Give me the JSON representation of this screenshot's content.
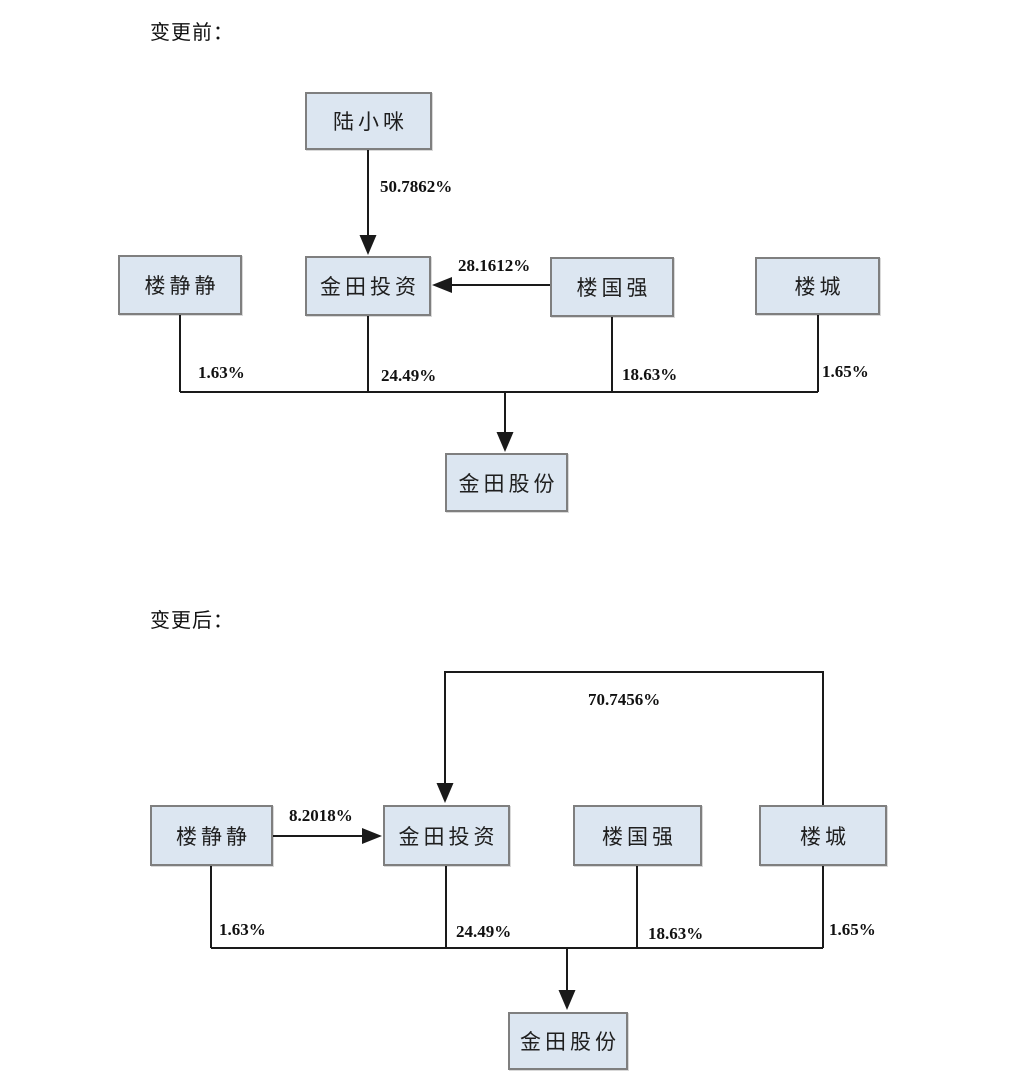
{
  "colors": {
    "box_fill": "#dce6f1",
    "box_border": "#7f7f7f",
    "line": "#1a1a1a",
    "background": "#ffffff"
  },
  "before": {
    "title": "变更前：",
    "nodes": {
      "lu_xiaomi": "陆小咪",
      "lou_jingjing": "楼静静",
      "jintian_investment": "金田投资",
      "lou_guoqiang": "楼国强",
      "lou_cheng": "楼城",
      "jintian_shares": "金田股份"
    },
    "edges": {
      "lu_xiaomi_to_investment": "50.7862%",
      "guoqiang_to_investment": "28.1612%",
      "jingjing_to_shares": "1.63%",
      "investment_to_shares": "24.49%",
      "guoqiang_to_shares": "18.63%",
      "cheng_to_shares": "1.65%"
    }
  },
  "after": {
    "title": "变更后：",
    "nodes": {
      "lou_jingjing": "楼静静",
      "jintian_investment": "金田投资",
      "lou_guoqiang": "楼国强",
      "lou_cheng": "楼城",
      "jintian_shares": "金田股份"
    },
    "edges": {
      "cheng_to_investment": "70.7456%",
      "jingjing_to_investment": "8.2018%",
      "jingjing_to_shares": "1.63%",
      "investment_to_shares": "24.49%",
      "guoqiang_to_shares": "18.63%",
      "cheng_to_shares": "1.65%"
    }
  }
}
